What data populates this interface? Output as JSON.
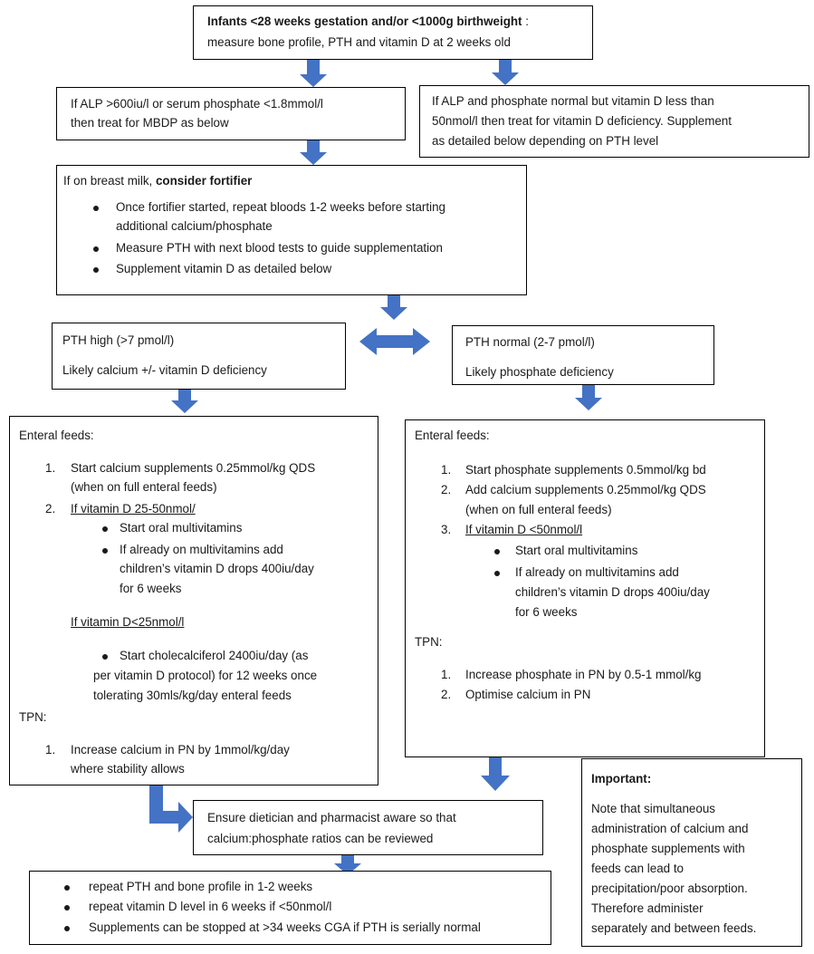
{
  "colors": {
    "arrow": "#4472C4",
    "border": "#000000",
    "text": "#1a1a1a"
  },
  "box1": {
    "line1": "Infants <28 weeks gestation and/or <1000g birthweight",
    "line1_suffix": " :",
    "line2": "measure bone profile, PTH and vitamin D at 2 weeks old"
  },
  "box2": {
    "line1": "If ALP >600iu/l or serum phosphate <1.8mmol/l",
    "line2": "then treat for MBDP as below"
  },
  "box3": {
    "line1": "If ALP and phosphate normal but vitamin D less than",
    "line2": "50nmol/l then treat for vitamin D deficiency.  Supplement",
    "line3": "as detailed below depending on PTH level"
  },
  "box4": {
    "intro_plain": "If on breast milk, ",
    "intro_bold": "consider fortifier",
    "b1_l1": "Once fortifier started, repeat bloods 1-2 weeks before starting",
    "b1_l2": "additional calcium/phosphate",
    "b2": "Measure PTH with next blood tests to guide supplementation",
    "b3": "Supplement vitamin D as detailed below"
  },
  "box5": {
    "line1": "PTH high (>7 pmol/l)",
    "line2": "Likely calcium +/- vitamin D deficiency"
  },
  "box6": {
    "line1": "PTH normal (2-7 pmol/l)",
    "line2": "Likely phosphate deficiency"
  },
  "box7": {
    "heading": "Enteral feeds:",
    "n1": "1.",
    "i1_l1": "Start calcium supplements 0.25mmol/kg QDS",
    "i1_l2": "(when on full enteral feeds)",
    "n2": "2.",
    "i2": "If vitamin D 25-50nmol/",
    "s1": "Start oral multivitamins",
    "s2_l1": "If already on multivitamins add",
    "s2_l2": "children’s vitamin D drops 400iu/day",
    "s2_l3": "for 6 weeks",
    "sub2": "If vitamin D<25nmol/l",
    "s3_l1": "Start cholecalciferol 2400iu/day (as",
    "s3_l2": "per vitamin D protocol) for 12 weeks once",
    "s3_l3": "tolerating 30mls/kg/day enteral feeds",
    "tpn": "TPN:",
    "t1n": "1.",
    "t1_l1": "Increase calcium in PN by 1mmol/kg/day",
    "t1_l2": "where stability allows"
  },
  "box8": {
    "heading": "Enteral feeds:",
    "n1": "1.",
    "i1": "Start phosphate supplements 0.5mmol/kg bd",
    "n2": "2.",
    "i2_l1": "Add calcium supplements 0.25mmol/kg QDS",
    "i2_l2": "(when on full enteral feeds)",
    "n3": "3.",
    "i3": "If vitamin D <50nmol/l",
    "s1": "Start oral multivitamins",
    "s2_l1": "If already on multivitamins add",
    "s2_l2": "children’s vitamin D drops 400iu/day",
    "s2_l3": "for 6 weeks",
    "tpn": "TPN:",
    "t1n": "1.",
    "t1": "Increase phosphate in PN by 0.5-1 mmol/kg",
    "t2n": "2.",
    "t2": "Optimise calcium in PN"
  },
  "box9": {
    "line1": "Ensure dietician and pharmacist aware so that",
    "line2": "calcium:phosphate ratios can be reviewed"
  },
  "box10": {
    "b1": "repeat PTH and bone profile in 1-2 weeks",
    "b2": "repeat vitamin D level in 6 weeks if <50nmol/l",
    "b3": "Supplements can be stopped at >34 weeks CGA if PTH is serially normal"
  },
  "box11": {
    "title": "Important:",
    "l1": "Note that simultaneous",
    "l2": "administration of calcium and",
    "l3": "phosphate supplements with",
    "l4": "feeds can lead to",
    "l5": "precipitation/poor absorption.",
    "l6": "Therefore administer",
    "l7": "separately and between feeds."
  }
}
